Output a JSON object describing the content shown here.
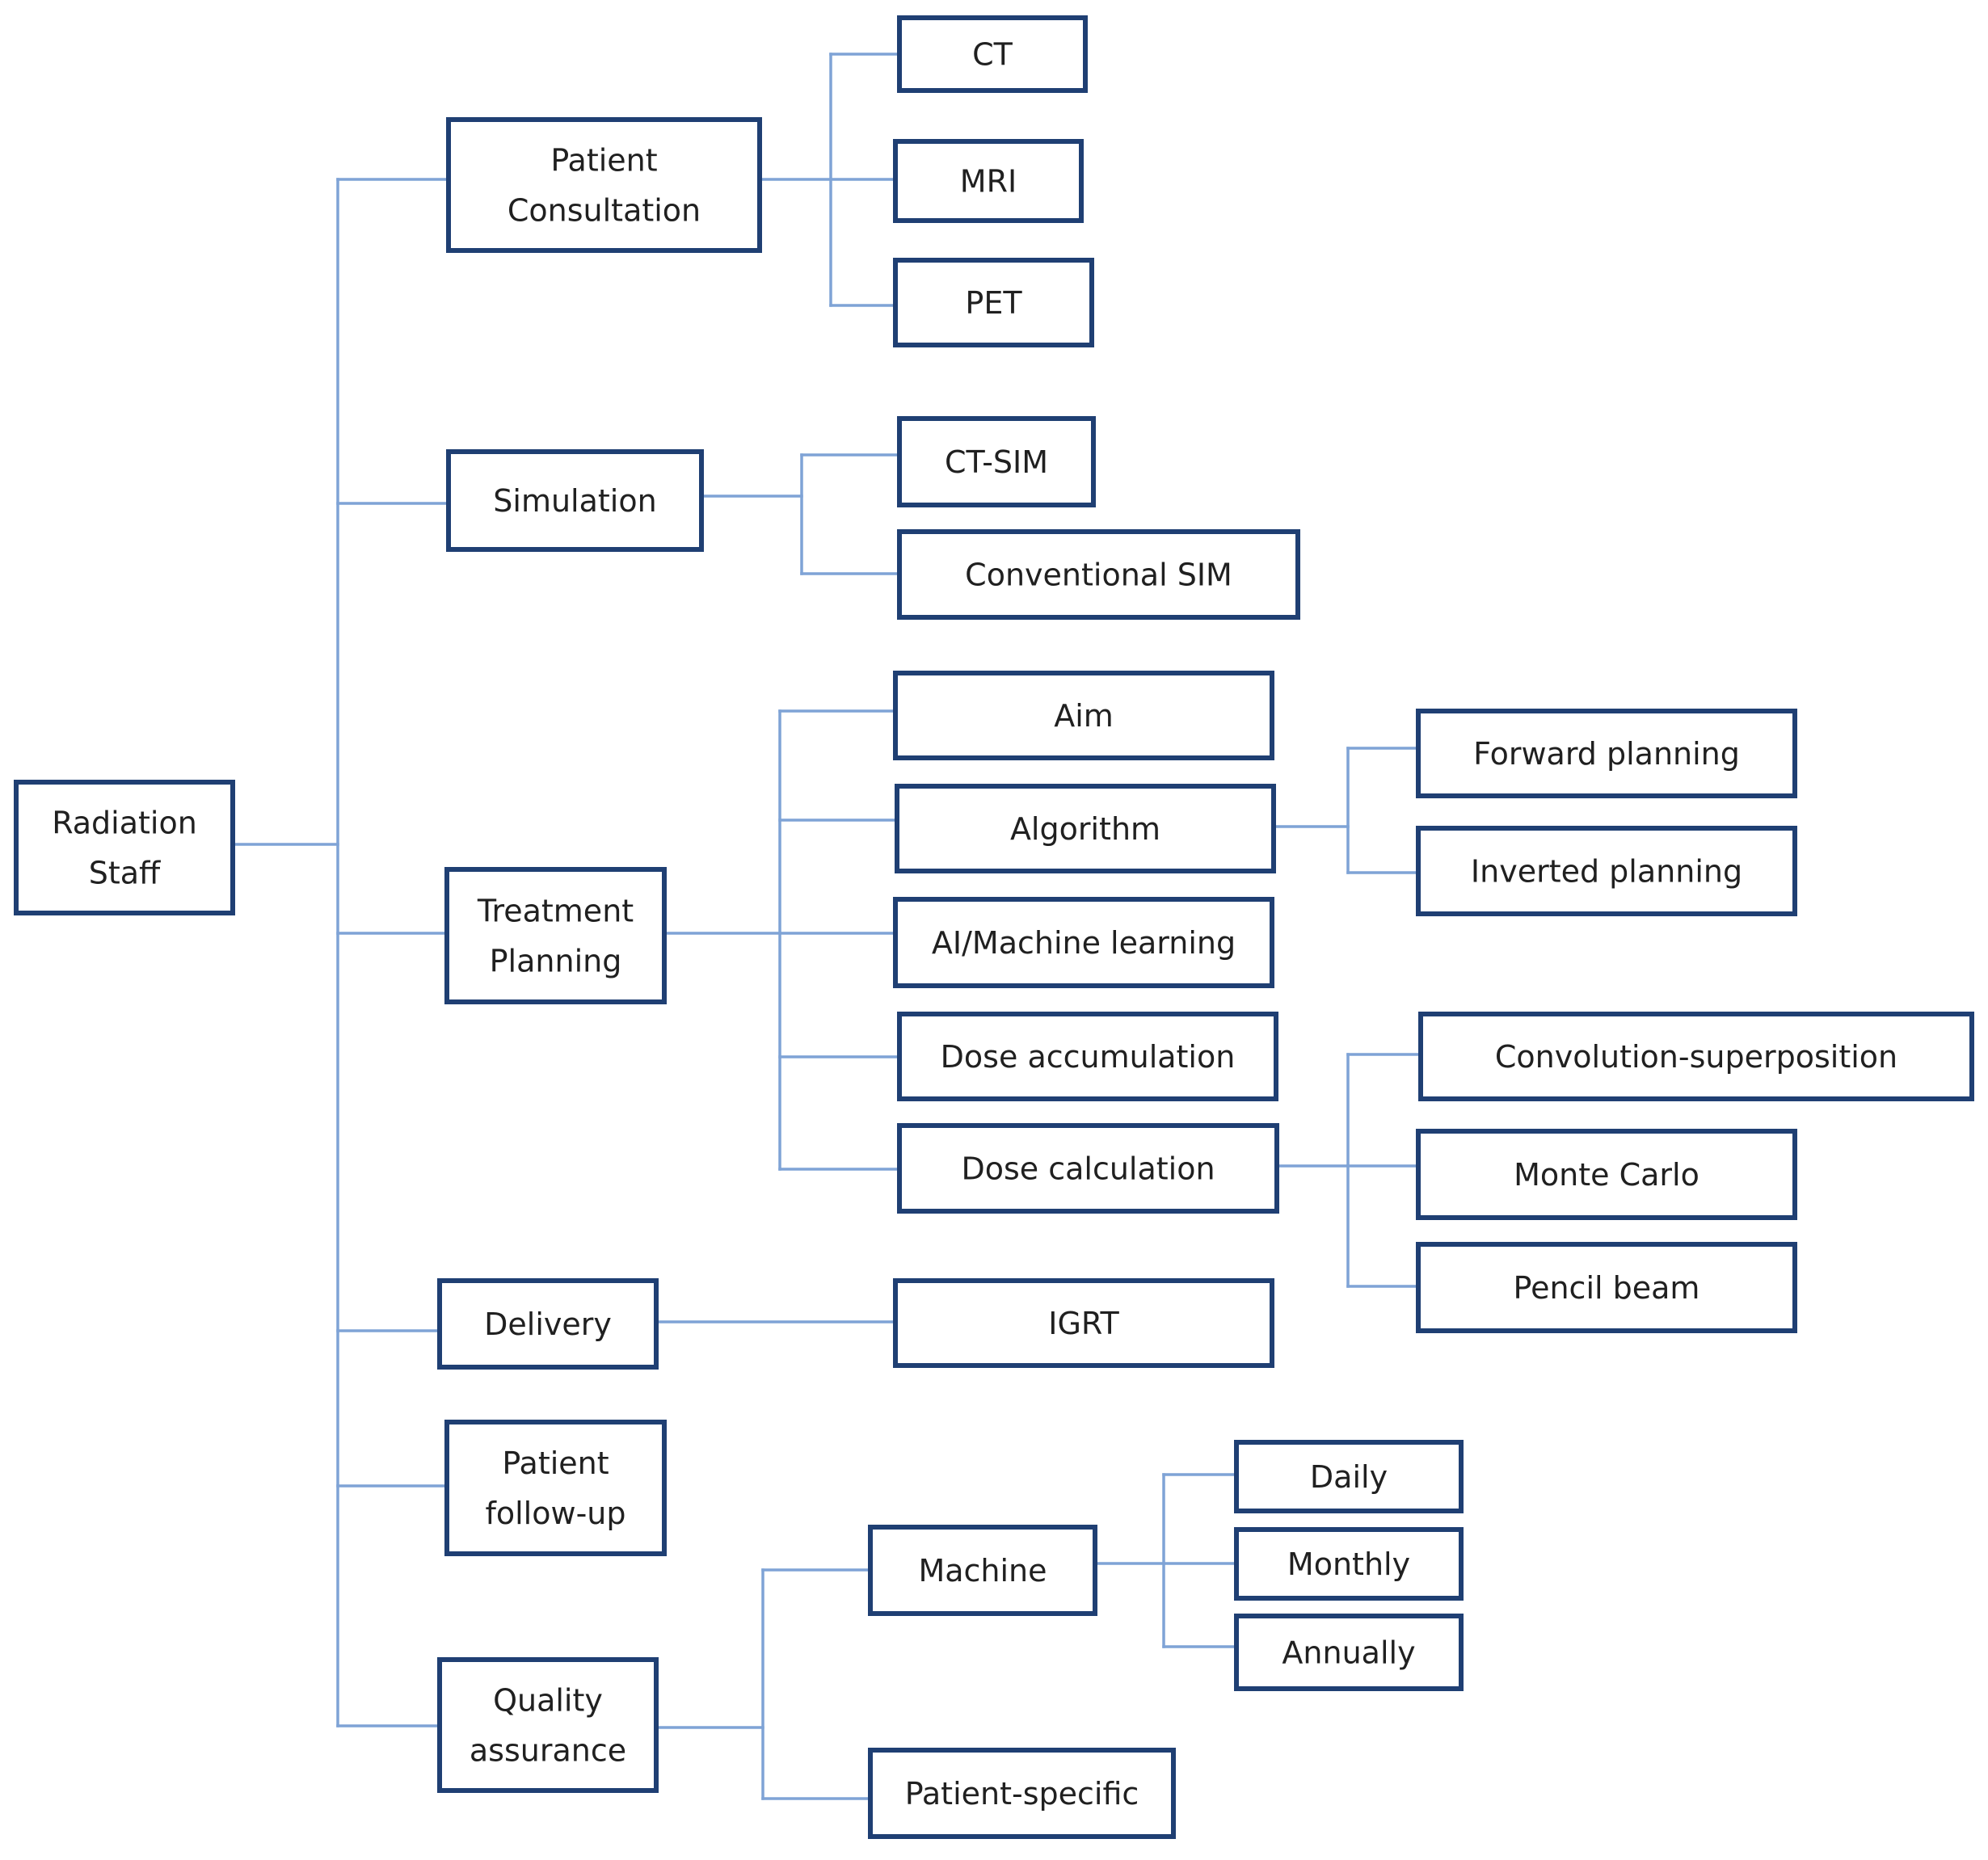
{
  "nodes": {
    "root": "Radiation\nStaff",
    "patient_consultation": "Patient\nConsultation",
    "ct": "CT",
    "mri": "MRI",
    "pet": "PET",
    "simulation": "Simulation",
    "ct_sim": "CT-SIM",
    "conventional_sim": "Conventional SIM",
    "treatment_planning": "Treatment\nPlanning",
    "aim": "Aim",
    "algorithm": "Algorithm",
    "forward_planning": "Forward planning",
    "inverted_planning": "Inverted planning",
    "ai_ml": "AI/Machine learning",
    "dose_accumulation": "Dose accumulation",
    "dose_calculation": "Dose calculation",
    "convolution_superposition": "Convolution-superposition",
    "monte_carlo": "Monte Carlo",
    "pencil_beam": "Pencil beam",
    "delivery": "Delivery",
    "igrt": "IGRT",
    "patient_follow_up": "Patient\nfollow-up",
    "quality_assurance": "Quality\nassurance",
    "machine": "Machine",
    "daily": "Daily",
    "monthly": "Monthly",
    "annually": "Annually",
    "patient_specific": "Patient-specific"
  },
  "colors": {
    "box_border": "#1F3F73",
    "connector": "#7FA3D6",
    "text": "#202020"
  }
}
